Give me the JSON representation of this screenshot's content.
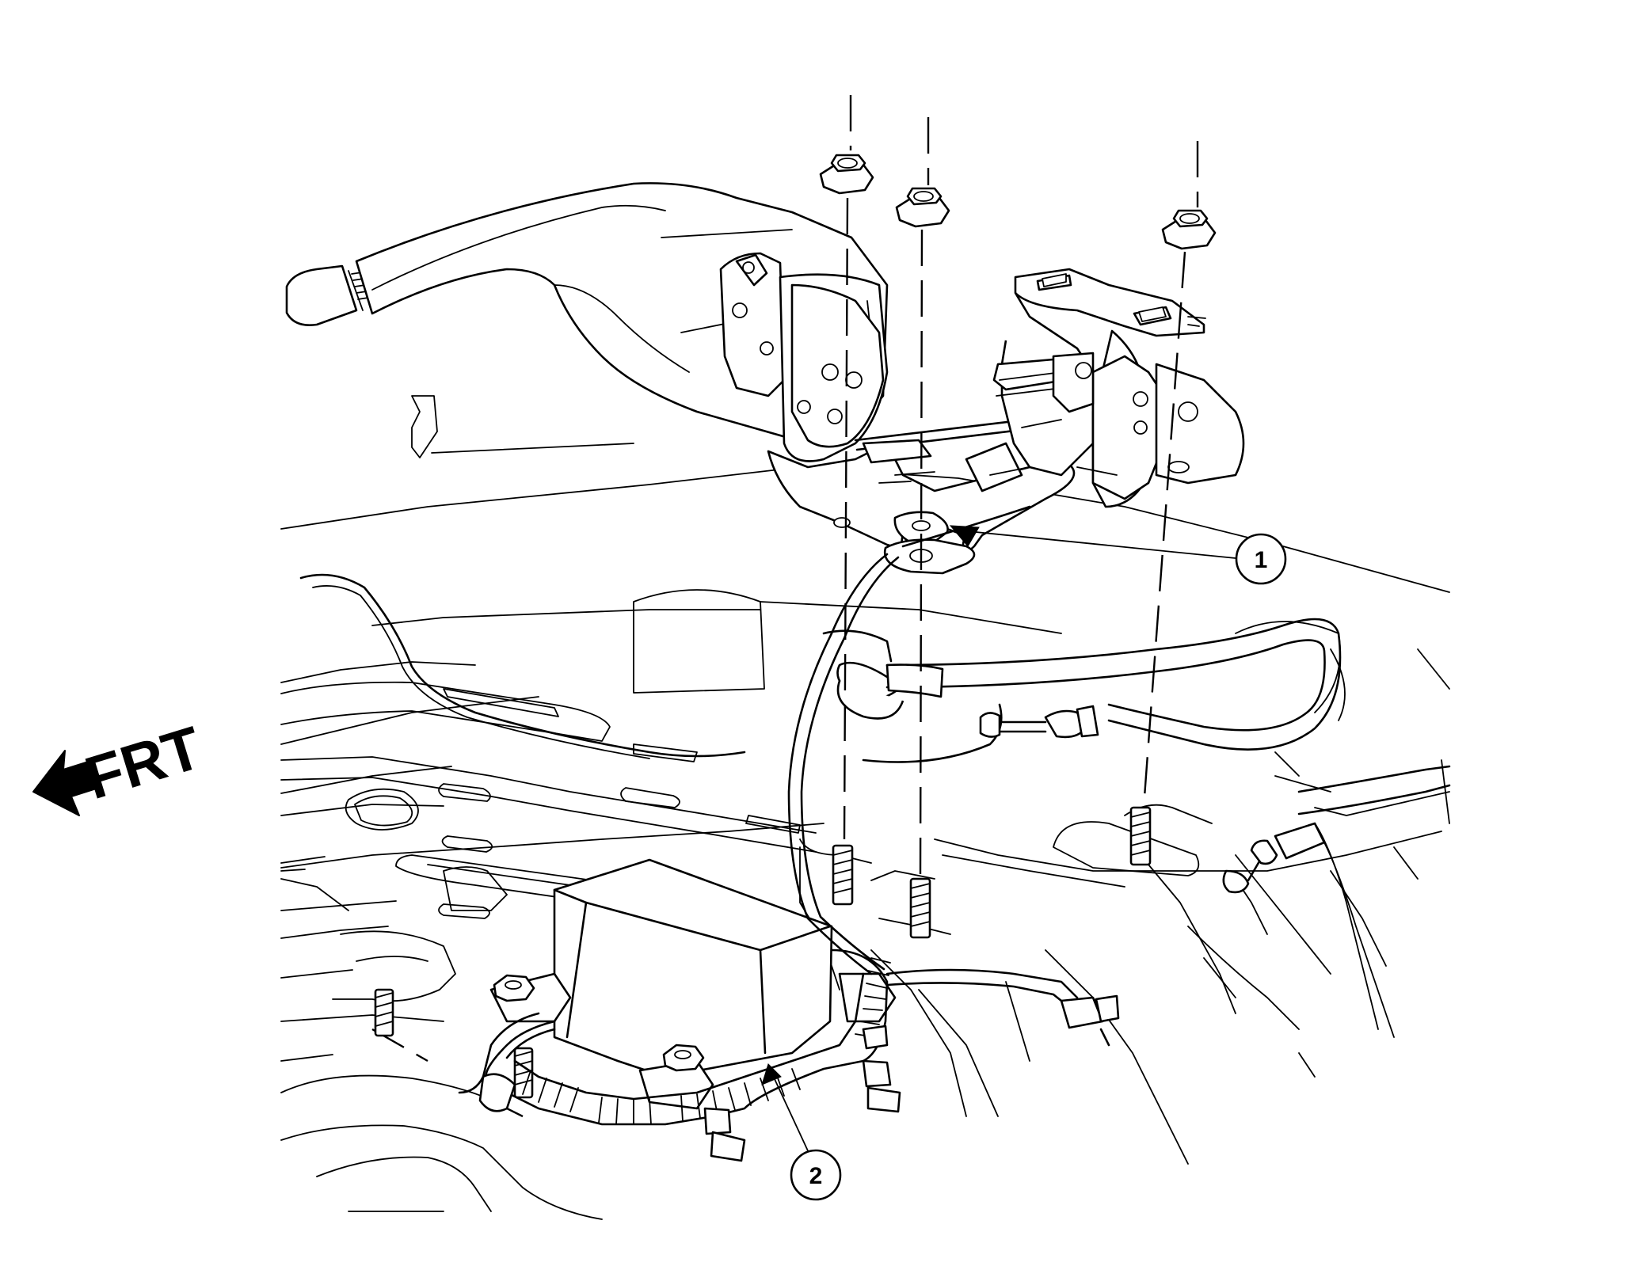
{
  "direction_indicator": {
    "label": "FRT",
    "icon": "arrow-left-icon"
  },
  "callouts": [
    {
      "number": "1"
    },
    {
      "number": "2"
    }
  ]
}
